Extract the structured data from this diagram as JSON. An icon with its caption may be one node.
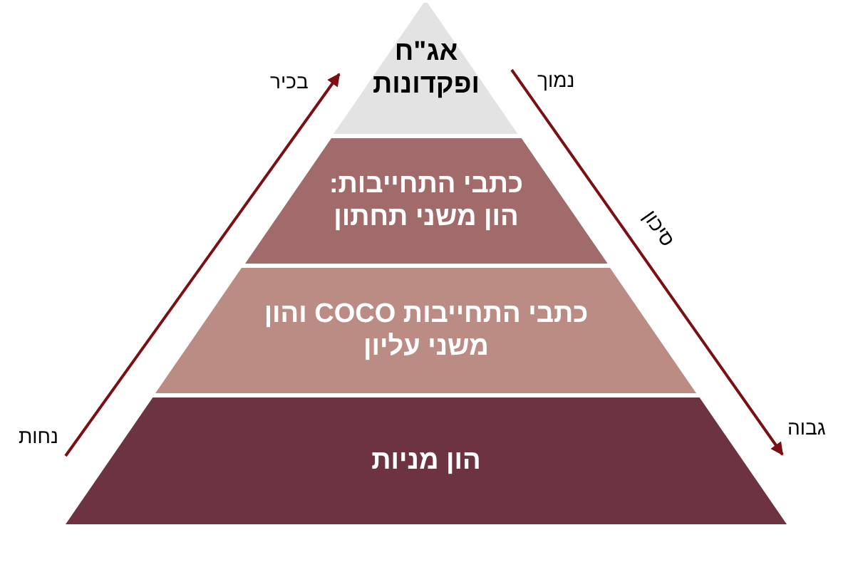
{
  "diagram": {
    "nodes": [
      {
        "text": [
          "אג\"ח ופקדונות"
        ]
      },
      {
        "text": [
          "כתבי התחייבות: הון משני תחתון"
        ]
      },
      {
        "text": [
          "כתבי התחייבות COCO והון משני עליון"
        ]
      },
      {
        "text": [
          "הון מניות"
        ]
      }
    ],
    "labels": [
      "בכיר",
      "נמוך",
      "סיכון",
      "נחות",
      "גבוה"
    ]
  }
}
